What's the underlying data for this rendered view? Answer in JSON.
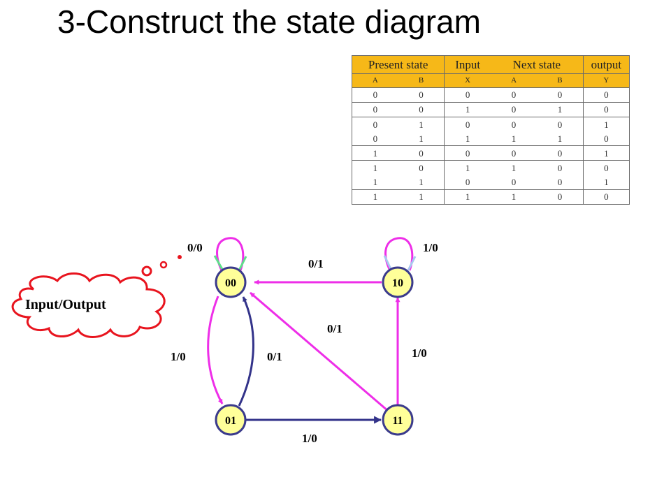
{
  "title": "3-Construct the state diagram",
  "table": {
    "group_headers": [
      "Present state",
      "Input",
      "Next state",
      "output"
    ],
    "columns": [
      "A",
      "B",
      "X",
      "A",
      "B",
      "Y"
    ],
    "rows": [
      [
        "0",
        "0",
        "0",
        "0",
        "0",
        "0"
      ],
      [
        "0",
        "0",
        "1",
        "0",
        "1",
        "0"
      ],
      [
        "0",
        "1",
        "0",
        "0",
        "0",
        "1"
      ],
      [
        "0",
        "1",
        "1",
        "1",
        "1",
        "0"
      ],
      [
        "1",
        "0",
        "0",
        "0",
        "0",
        "1"
      ],
      [
        "1",
        "0",
        "1",
        "1",
        "0",
        "0"
      ],
      [
        "1",
        "1",
        "0",
        "0",
        "0",
        "1"
      ],
      [
        "1",
        "1",
        "1",
        "1",
        "0",
        "0"
      ]
    ]
  },
  "diagram": {
    "states": {
      "s00": "00",
      "s01": "01",
      "s10": "10",
      "s11": "11"
    },
    "transitions": {
      "self_00": "0/0",
      "self_10": "1/0",
      "t10_00": "0/1",
      "t11_00": "0/1",
      "t00_01": "1/0",
      "t01_00": "0/1",
      "t11_10": "1/0",
      "t01_11": "1/0"
    },
    "callout": "Input/Output",
    "colors": {
      "node_fill": "#ffff99",
      "node_stroke": "#3b3b8c",
      "magenta": "#ee2ee8",
      "navy": "#33338a",
      "cloud": "#e8141e",
      "loop_green": "#5ee08a",
      "loop_blue": "#a8c8f0"
    }
  }
}
